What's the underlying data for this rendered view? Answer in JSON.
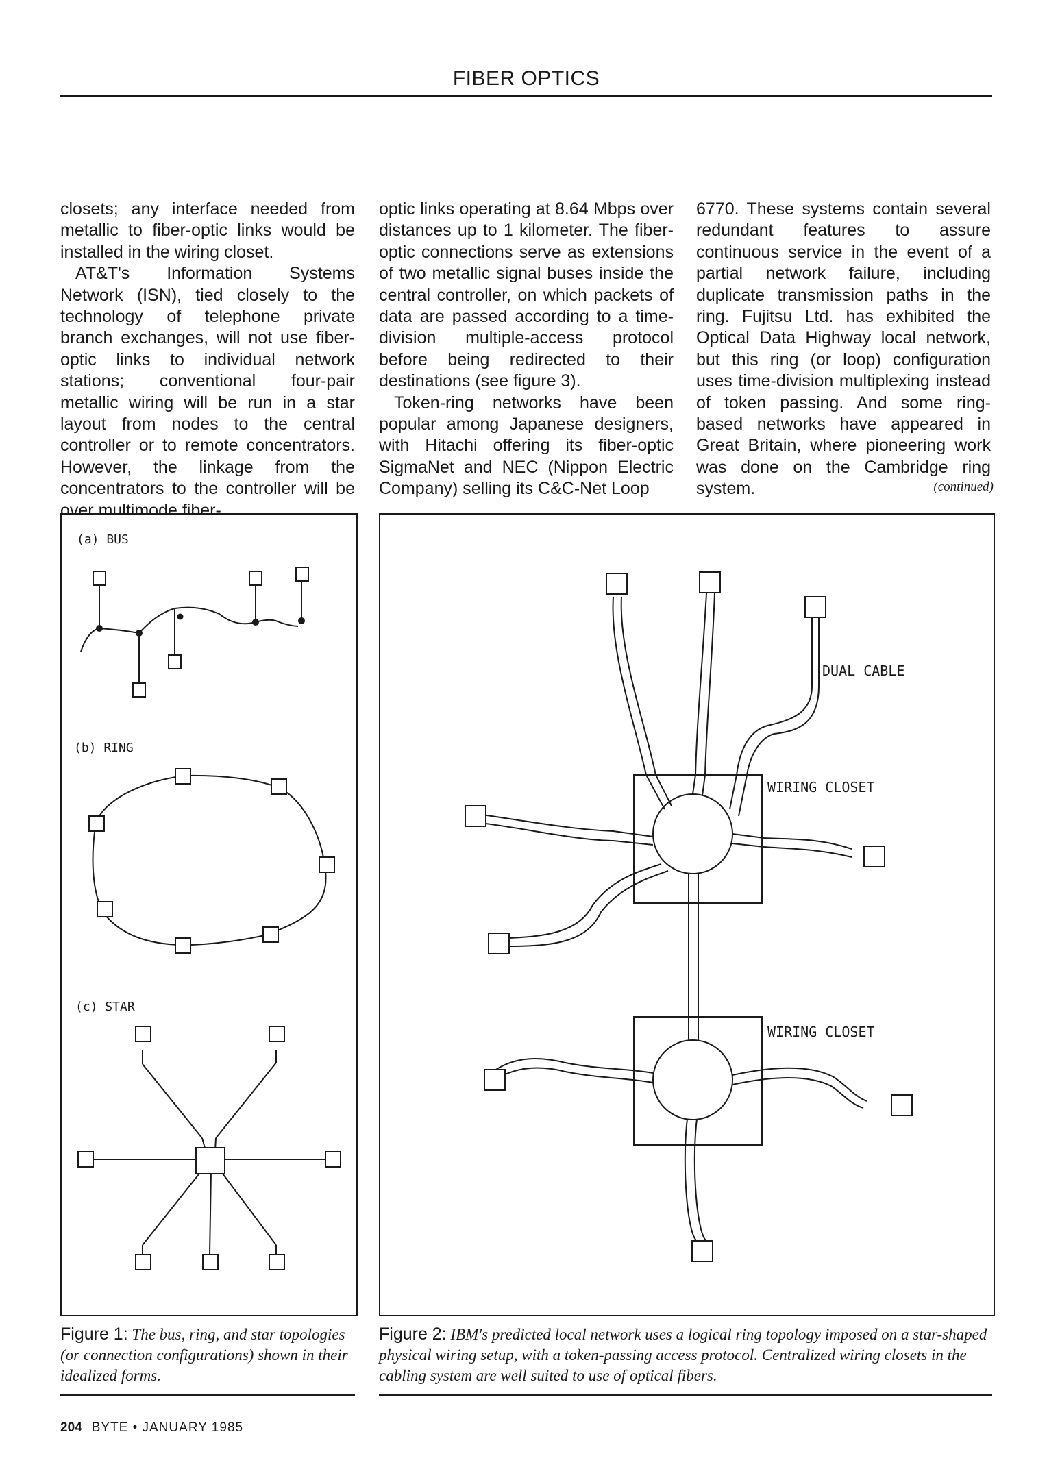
{
  "header": {
    "running_head": "FIBER OPTICS"
  },
  "body": {
    "col1": [
      "closets; any interface needed from metallic to fiber-optic links would be installed in the wiring closet.",
      "AT&T's Information Systems Network (ISN), tied closely to the technology of telephone private branch exchanges, will not use fiber-optic links to individual network stations; conventional four-pair metallic wiring will be run in a star layout from nodes to the central controller or to remote concentrators. However, the linkage from the concentrators to the controller will be over multimode fiber-"
    ],
    "col2": [
      "optic links operating at 8.64 Mbps over distances up to 1 kilometer. The fiber-optic connections serve as extensions of two metallic signal buses inside the central controller, on which packets of data are passed according to a time-division multiple-access protocol before being redirected to their destinations (see figure 3).",
      "Token-ring networks have been popular among Japanese designers, with Hitachi offering its fiber-optic SigmaNet and NEC (Nippon Electric Company) selling its C&C-Net Loop"
    ],
    "col3": [
      "6770. These systems contain several redundant features to assure continuous service in the event of a partial network failure, including duplicate transmission paths in the ring. Fujitsu Ltd. has exhibited the Optical Data Highway local network, but this ring (or loop) configuration uses time-division multiplexing instead of token passing. And some ring-based networks have appeared in Great Britain, where pioneering work was done on the Cambridge ring system."
    ],
    "continued": "(continued)"
  },
  "figure1": {
    "labels": {
      "bus": "(a) BUS",
      "ring": "(b) RING",
      "star": "(c) STAR"
    },
    "caption_lead": "Figure 1:",
    "caption_text": " The bus, ring, and star topologies (or connection configurations) shown in their idealized forms."
  },
  "figure2": {
    "labels": {
      "dual_cable": "DUAL CABLE",
      "closet_top": "WIRING CLOSET",
      "closet_bottom": "WIRING CLOSET"
    },
    "caption_lead": "Figure 2:",
    "caption_text": " IBM's predicted local network uses a logical ring topology imposed on a star-shaped physical wiring setup, with a token-passing access protocol. Centralized wiring closets in the cabling system are well suited to use of optical fibers."
  },
  "footer": {
    "page_number": "204",
    "magazine": "BYTE • JANUARY 1985"
  },
  "colors": {
    "ink": "#1a1a1a",
    "paper": "#ffffff"
  }
}
